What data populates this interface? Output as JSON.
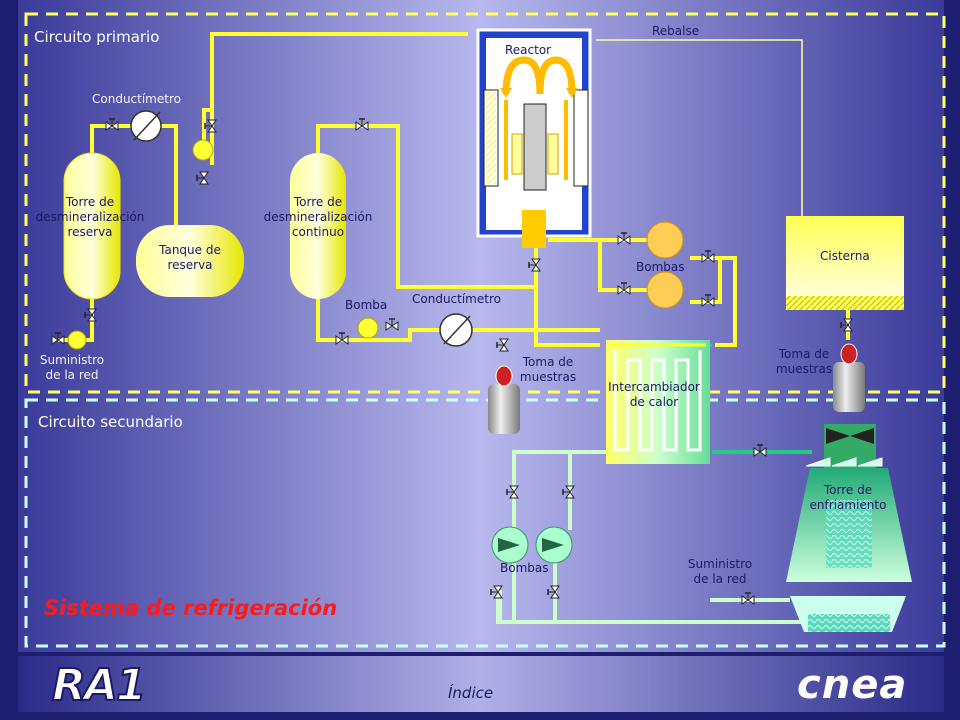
{
  "sections": {
    "primary": "Circuito primario",
    "secondary": "Circuito secundario"
  },
  "labels": {
    "rebalse": "Rebalse",
    "reactor": "Reactor",
    "conductimetro_top": "Conductímetro",
    "torre_reserva": [
      "Torre de",
      "desmineralización",
      "reserva"
    ],
    "tanque": [
      "Tanque de",
      "reserva"
    ],
    "torre_continuo": [
      "Torre de",
      "desmineralización",
      "continuo"
    ],
    "bomba": "Bomba",
    "conductimetro_mid": "Conductímetro",
    "bombas_primary": "Bombas",
    "cisterna": "Cisterna",
    "suministro_left": [
      "Suministro",
      "de la red"
    ],
    "toma_center": [
      "Toma de",
      "muestras"
    ],
    "toma_right": [
      "Toma de",
      "muestras"
    ],
    "intercambiador": [
      "Intercambiador",
      "de calor"
    ],
    "torre_enfriamiento": [
      "Torre de",
      "enfriamiento"
    ],
    "bombas_secondary": "Bombas",
    "suministro_right": [
      "Suministro",
      "de la red"
    ]
  },
  "title": "Sistema de refrigeración",
  "footer": {
    "indice": "Índice",
    "logo_left": "RA1",
    "logo_right": "cnea"
  },
  "colors": {
    "primary_pipe": "#ffff33",
    "secondary_pipe": "#ccffcc",
    "dashed_border": "#ffff66",
    "secondary_border": "#ccffff",
    "title": "#ff1a1a"
  }
}
